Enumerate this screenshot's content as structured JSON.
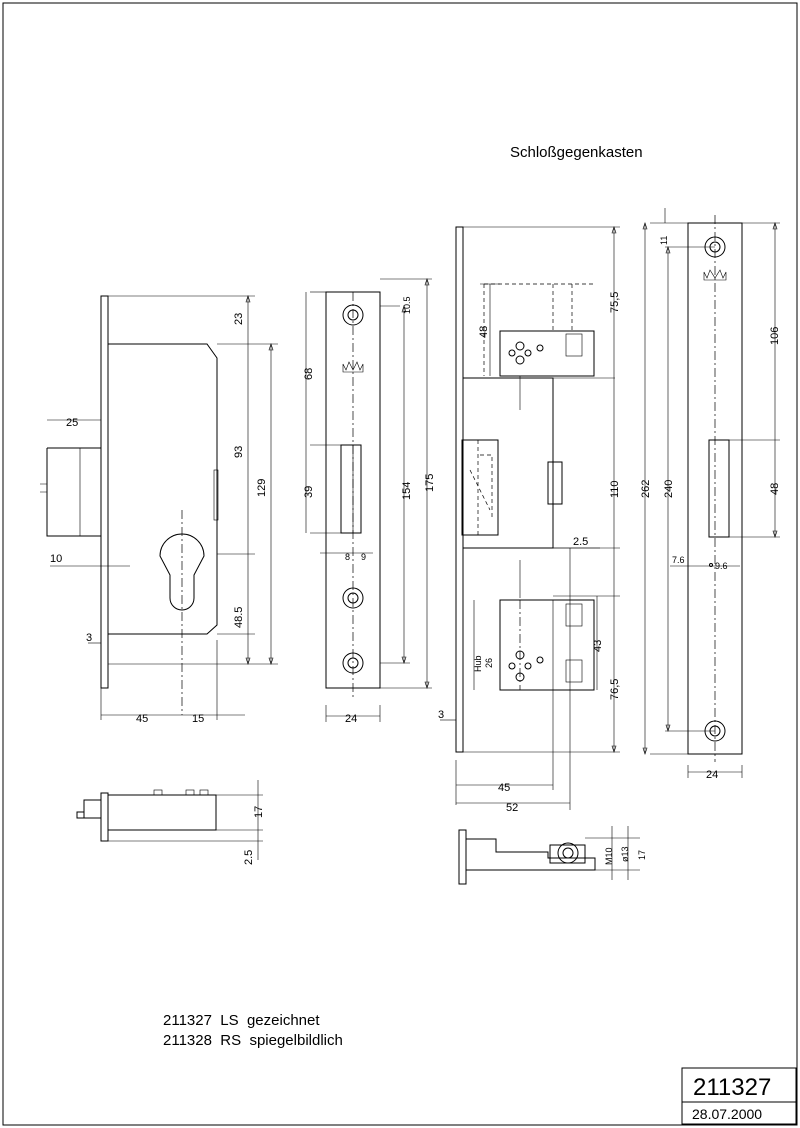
{
  "title": "Schloßgegenkasten",
  "lock_body": {
    "dims": {
      "d23": "23",
      "d93": "93",
      "d129": "129",
      "d48_5": "48.5",
      "d25": "25",
      "d10": "10",
      "d3": "3",
      "d45": "45",
      "d15": "15"
    }
  },
  "faceplate_lock": {
    "dims": {
      "d10_5": "10.5",
      "d68": "68",
      "d39": "39",
      "d8": "8",
      "d9": "9",
      "d154": "154",
      "d175": "175",
      "d24": "24"
    }
  },
  "lock_top_view": {
    "dims": {
      "d17": "17",
      "d2_5": "2.5"
    }
  },
  "strike_box": {
    "dims": {
      "d75_5": "75,5",
      "d48": "48",
      "d110": "110",
      "d2_5": "2.5",
      "d43": "43",
      "d76_5": "76,5",
      "hub": "Hub",
      "d26": "26",
      "d3": "3",
      "d45": "45",
      "d52": "52"
    }
  },
  "strike_top_view": {
    "dims": {
      "m10": "M10",
      "o13": "ø13",
      "d17": "17"
    }
  },
  "strike_plate": {
    "dims": {
      "d11": "11",
      "d106": "106",
      "d262": "262",
      "d240": "240",
      "d48": "48",
      "d7_6": "7.6",
      "d9_6": "9.6",
      "d24": "24"
    }
  },
  "notes": {
    "line1": "211327  LS  gezeichnet",
    "line2": "211328  RS  spiegelbildlich"
  },
  "title_block": {
    "number": "211327",
    "date": "28.07.2000"
  }
}
